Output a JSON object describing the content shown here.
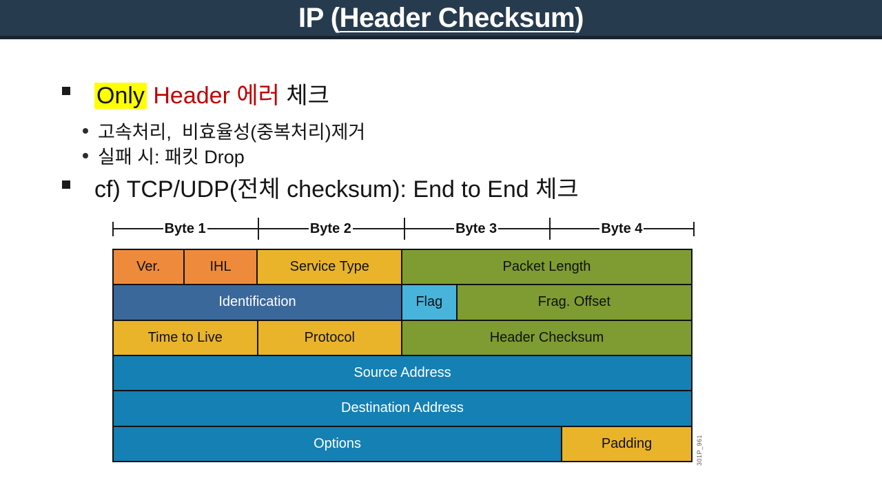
{
  "title": {
    "prefix": "IP (",
    "underlined": "Header Checksum",
    "suffix": ")"
  },
  "content": {
    "bullet1": {
      "highlight": "Only",
      "red": "Header 에러",
      "rest": "체크"
    },
    "sub_bullets": [
      {
        "text": "고속처리,  비효율성(중복처리)제거"
      },
      {
        "text": "실패 시: 패킷 Drop"
      }
    ],
    "bullet2": {
      "text": "cf) TCP/UDP(전체 checksum): End to End 체크"
    }
  },
  "diagram": {
    "byte_labels": [
      "Byte 1",
      "Byte 2",
      "Byte 3",
      "Byte 4"
    ],
    "footnote": "301P_961",
    "colors": {
      "orange": "#EE8A3B",
      "amber": "#E9B429",
      "olive": "#7E9C31",
      "steel_blue": "#3A689B",
      "cyan": "#48B4DB",
      "blue": "#1480B4",
      "highlight_yellow": "#FFFF00",
      "accent_red": "#C00000",
      "titlebar_navy": "#273B4F"
    },
    "rows": [
      {
        "cells": [
          {
            "label": "Ver.",
            "color": "orange",
            "width": 12.25,
            "text": "dark"
          },
          {
            "label": "IHL",
            "color": "orange",
            "width": 12.75,
            "text": "dark"
          },
          {
            "label": "Service Type",
            "color": "amber",
            "width": 25,
            "text": "dark"
          },
          {
            "label": "Packet Length",
            "color": "olive",
            "width": 50,
            "text": "dark"
          }
        ]
      },
      {
        "cells": [
          {
            "label": "Identification",
            "color": "steel_blue",
            "width": 50,
            "text": "light"
          },
          {
            "label": "Flag",
            "color": "cyan",
            "width": 9.5,
            "text": "dark"
          },
          {
            "label": "Frag. Offset",
            "color": "olive",
            "width": 40.5,
            "text": "dark"
          }
        ]
      },
      {
        "cells": [
          {
            "label": "Time to Live",
            "color": "amber",
            "width": 25,
            "text": "dark"
          },
          {
            "label": "Protocol",
            "color": "amber",
            "width": 25,
            "text": "dark"
          },
          {
            "label": "Header Checksum",
            "color": "olive",
            "width": 50,
            "text": "dark"
          }
        ]
      },
      {
        "cells": [
          {
            "label": "Source Address",
            "color": "blue",
            "width": 100,
            "text": "light"
          }
        ]
      },
      {
        "cells": [
          {
            "label": "Destination Address",
            "color": "blue",
            "width": 100,
            "text": "light"
          }
        ]
      },
      {
        "cells": [
          {
            "label": "Options",
            "color": "blue",
            "width": 77.7,
            "text": "light"
          },
          {
            "label": "Padding",
            "color": "amber",
            "width": 22.3,
            "text": "dark"
          }
        ]
      }
    ]
  }
}
